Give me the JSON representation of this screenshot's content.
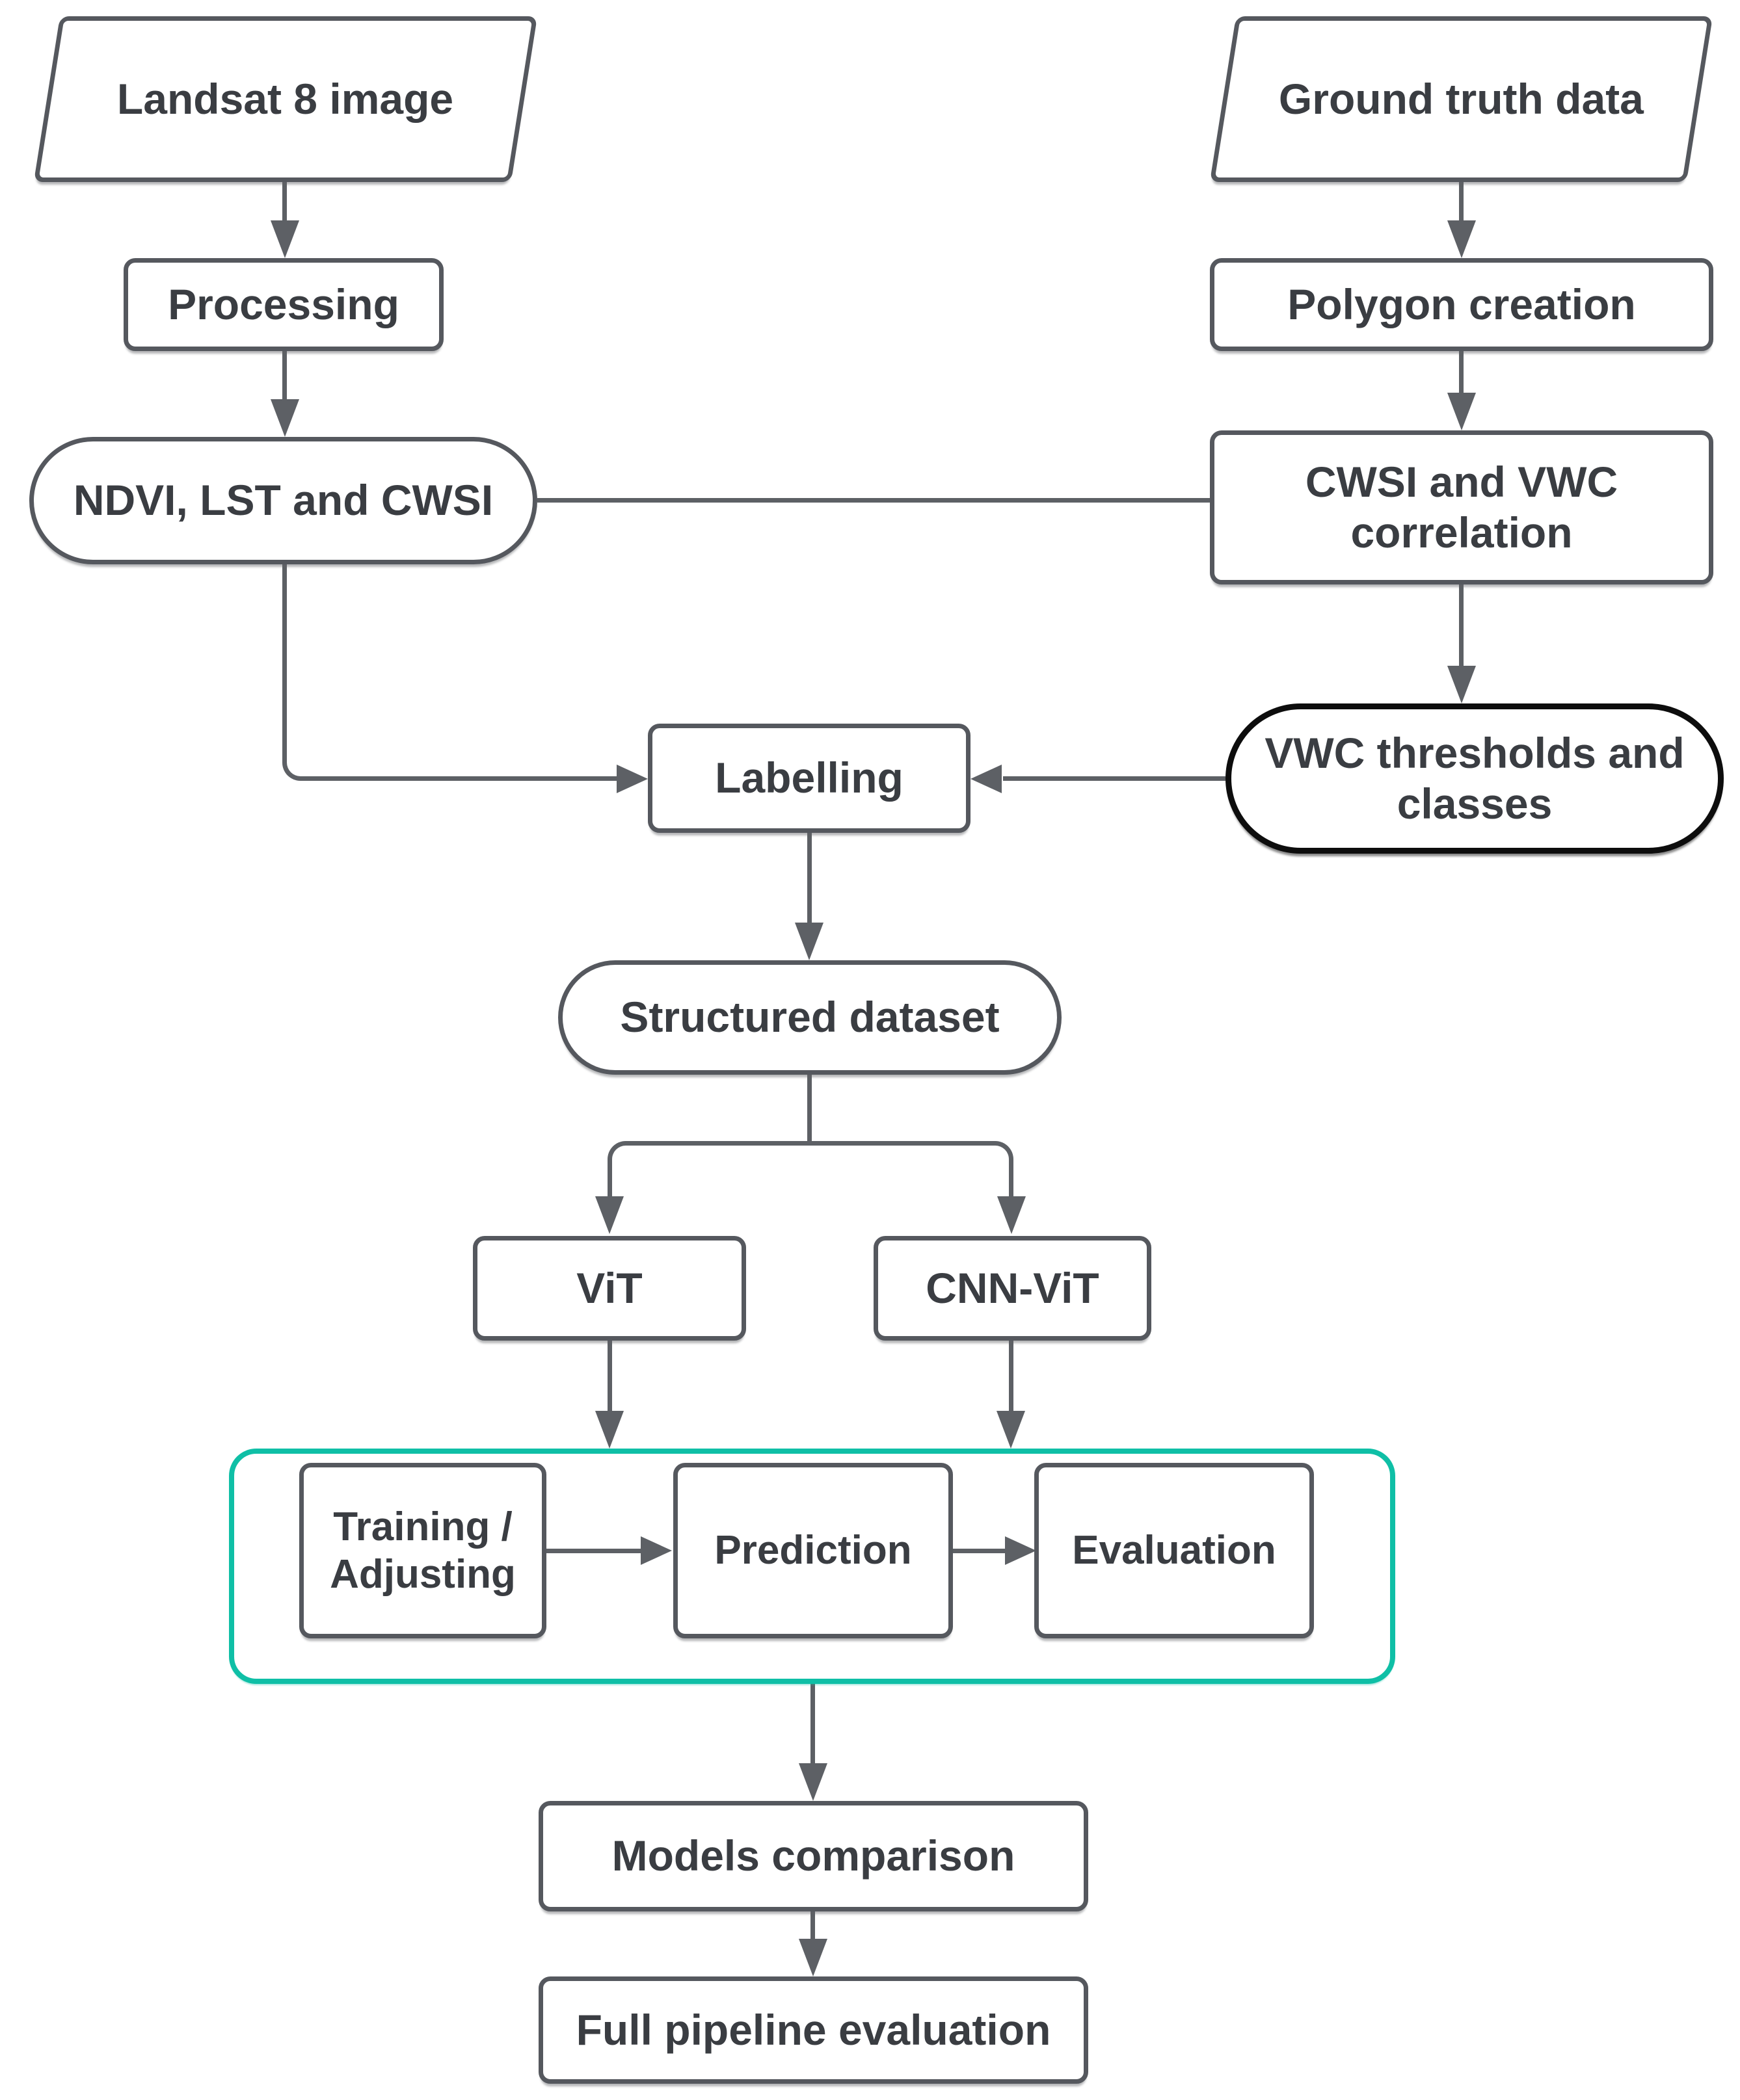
{
  "colors": {
    "accent": "#0fbfa6",
    "border": "#55585e",
    "line": "#5d6065",
    "ink": "#3a3d42",
    "node_bg": "#ffffff",
    "vwc_border": "#0d0d0d"
  },
  "diagram": {
    "type": "flowchart",
    "nodes": {
      "landsat": {
        "label": "Landsat 8 image",
        "shape": "parallelogram"
      },
      "ground_truth": {
        "label": "Ground truth data",
        "shape": "parallelogram"
      },
      "processing": {
        "label": "Processing",
        "shape": "rect"
      },
      "polygon_creation": {
        "label": "Polygon creation",
        "shape": "rect"
      },
      "ndvi_lst_cwsi": {
        "label": "NDVI, LST and CWSI",
        "shape": "stadium"
      },
      "cwsi_vwc_correlation": {
        "label": "CWSI and VWC correlation",
        "shape": "rect"
      },
      "vwc_thresholds": {
        "label": "VWC thresholds and classes",
        "shape": "stadium",
        "emphasis": "black-border"
      },
      "labelling": {
        "label": "Labelling",
        "shape": "rect"
      },
      "structured_dataset": {
        "label": "Structured dataset",
        "shape": "stadium"
      },
      "vit": {
        "label": "ViT",
        "shape": "rect"
      },
      "cnn_vit": {
        "label": "CNN-ViT",
        "shape": "rect"
      },
      "training_adjusting": {
        "label": "Training / Adjusting",
        "shape": "rect",
        "container": "model-loop"
      },
      "prediction": {
        "label": "Prediction",
        "shape": "rect",
        "container": "model-loop"
      },
      "evaluation": {
        "label": "Evaluation",
        "shape": "rect",
        "container": "model-loop"
      },
      "models_comparison": {
        "label": "Models comparison",
        "shape": "rect"
      },
      "full_pipeline_evaluation": {
        "label": "Full pipeline evaluation",
        "shape": "rect"
      }
    },
    "edges": [
      {
        "from": "landsat",
        "to": "processing",
        "arrow": true
      },
      {
        "from": "processing",
        "to": "ndvi_lst_cwsi",
        "arrow": true
      },
      {
        "from": "ground_truth",
        "to": "polygon_creation",
        "arrow": true
      },
      {
        "from": "polygon_creation",
        "to": "cwsi_vwc_correlation",
        "arrow": true
      },
      {
        "from": "ndvi_lst_cwsi",
        "to": "cwsi_vwc_correlation",
        "arrow": false
      },
      {
        "from": "cwsi_vwc_correlation",
        "to": "vwc_thresholds",
        "arrow": true
      },
      {
        "from": "ndvi_lst_cwsi",
        "to": "labelling",
        "arrow": true
      },
      {
        "from": "vwc_thresholds",
        "to": "labelling",
        "arrow": true
      },
      {
        "from": "labelling",
        "to": "structured_dataset",
        "arrow": true
      },
      {
        "from": "structured_dataset",
        "to": "vit",
        "arrow": true
      },
      {
        "from": "structured_dataset",
        "to": "cnn_vit",
        "arrow": true
      },
      {
        "from": "vit",
        "to": "model-loop",
        "arrow": true
      },
      {
        "from": "cnn_vit",
        "to": "model-loop",
        "arrow": true
      },
      {
        "from": "training_adjusting",
        "to": "prediction",
        "arrow": true
      },
      {
        "from": "prediction",
        "to": "evaluation",
        "arrow": true
      },
      {
        "from": "model-loop",
        "to": "models_comparison",
        "arrow": true
      },
      {
        "from": "models_comparison",
        "to": "full_pipeline_evaluation",
        "arrow": true
      }
    ]
  }
}
